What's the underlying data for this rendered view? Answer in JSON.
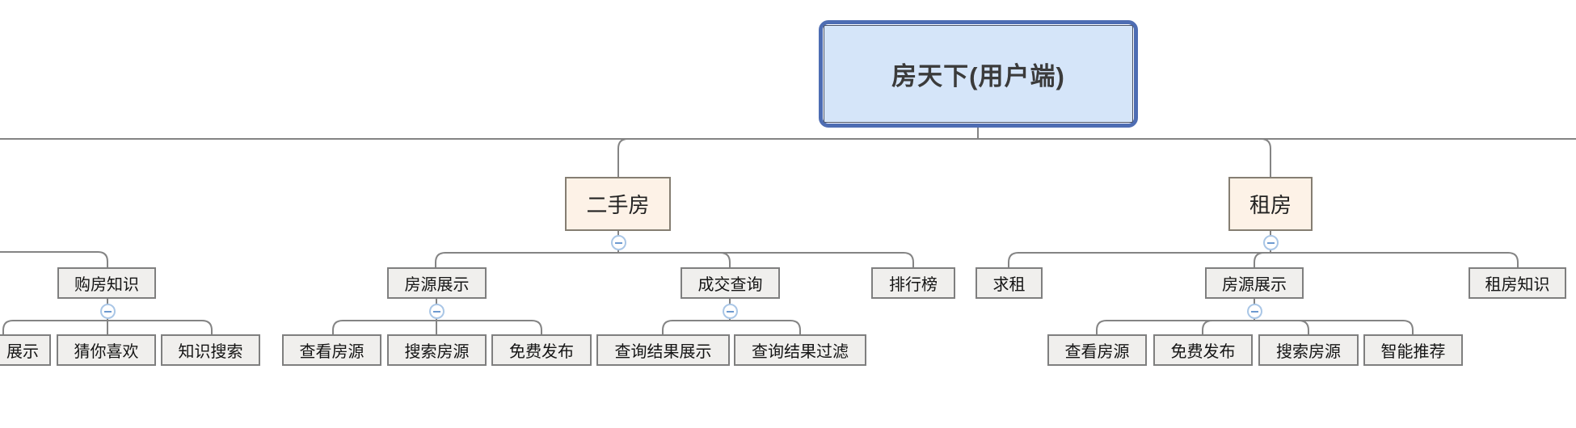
{
  "diagram_title": "房天下(用户端)",
  "tree": {
    "root": {
      "label": "房天下(用户端)"
    },
    "top_branches": [
      {
        "label": "二手房",
        "collapsed": false,
        "children": [
          {
            "label": "房源展示",
            "collapsed": false,
            "children": [
              {
                "label": "查看房源"
              },
              {
                "label": "搜索房源"
              },
              {
                "label": "免费发布"
              }
            ]
          },
          {
            "label": "成交查询",
            "collapsed": false,
            "children": [
              {
                "label": "查询结果展示"
              },
              {
                "label": "查询结果过滤"
              }
            ]
          },
          {
            "label": "排行榜"
          }
        ]
      },
      {
        "label": "租房",
        "collapsed": false,
        "children": [
          {
            "label": "求租"
          },
          {
            "label": "房源展示",
            "collapsed": false,
            "children": [
              {
                "label": "查看房源"
              },
              {
                "label": "免费发布"
              },
              {
                "label": "搜索房源"
              },
              {
                "label": "智能推荐"
              }
            ]
          },
          {
            "label": "租房知识"
          }
        ]
      }
    ],
    "left_partial_branch": {
      "note_parent_offscreen": true,
      "children": [
        {
          "label": "购房知识",
          "collapsed": false,
          "children": [
            {
              "label": "展示",
              "partially_visible": true
            },
            {
              "label": "猜你喜欢"
            },
            {
              "label": "知识搜索"
            }
          ]
        }
      ]
    }
  },
  "icons": {
    "collapse_icon": "minus-circle"
  },
  "colors": {
    "root_fill": "#d5e5f9",
    "root_border": "#4e6db3",
    "root_inner_line": "#4a5266",
    "branch_fill": "#fdf2e7",
    "branch_border": "#857e72",
    "node_fill": "#f0efed",
    "node_border": "#7f7f7f",
    "connector_line": "#848484",
    "collapse_icon_ring": "#a9c6e6",
    "collapse_icon_minus": "#6d9ad0"
  }
}
